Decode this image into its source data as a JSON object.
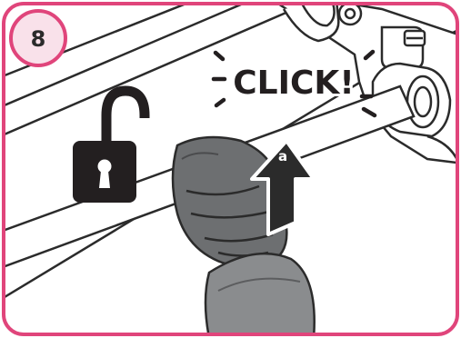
{
  "step": {
    "number": "8"
  },
  "callout": {
    "text": "CLICK!"
  },
  "arrow": {
    "label": "a",
    "direction": "up"
  },
  "icons": {
    "lock": "unlocked-padlock-icon",
    "arrow": "arrow-up-icon"
  },
  "colors": {
    "frame_border": "#e0457b",
    "badge_background": "#f9e1ea",
    "text": "#2b2b2b",
    "handle_gray": "#6d6f71",
    "background": "#ffffff"
  }
}
